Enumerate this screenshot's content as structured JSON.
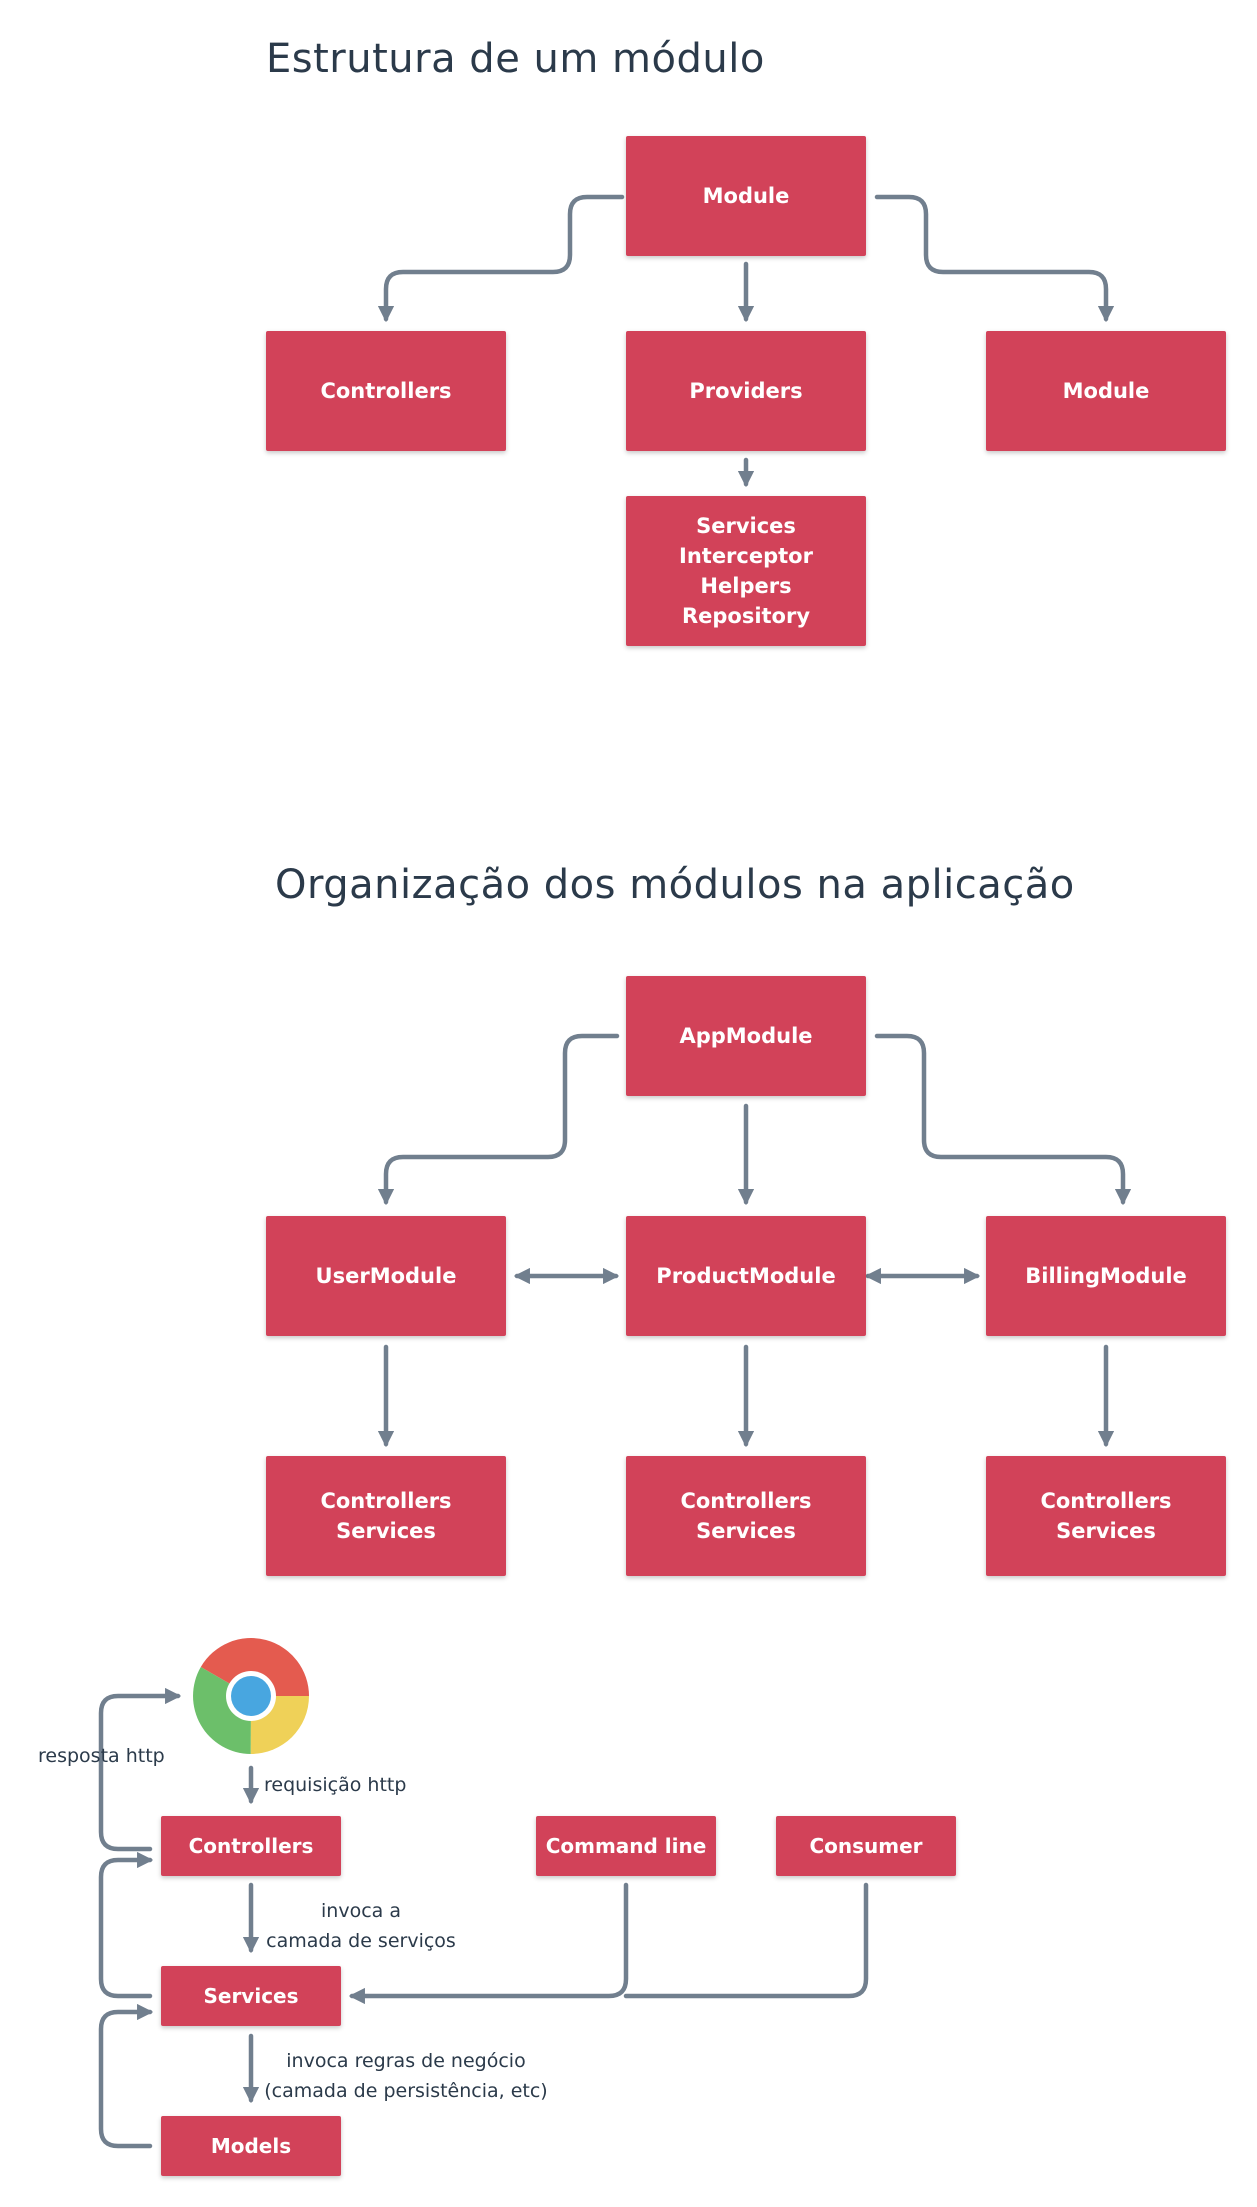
{
  "section1": {
    "title": "Estrutura de um módulo",
    "nodes": {
      "module_top": "Module",
      "controllers": "Controllers",
      "providers": "Providers",
      "module_right": "Module",
      "provider_items": [
        "Services",
        "Interceptor",
        "Helpers",
        "Repository"
      ]
    }
  },
  "section2": {
    "title": "Organização dos módulos na aplicação",
    "nodes": {
      "app_module": "AppModule",
      "user_module": "UserModule",
      "product_module": "ProductModule",
      "billing_module": "BillingModule",
      "children": [
        [
          "Controllers",
          "Services"
        ],
        [
          "Controllers",
          "Services"
        ],
        [
          "Controllers",
          "Services"
        ]
      ]
    }
  },
  "section3": {
    "nodes": {
      "controllers": "Controllers",
      "command_line": "Command line",
      "consumer": "Consumer",
      "services": "Services",
      "models": "Models"
    },
    "labels": {
      "response": "resposta http",
      "request": "requisição http",
      "invoke_services_1": "invoca a",
      "invoke_services_2": "camada de serviços",
      "invoke_rules_1": "invoca regras de negócio",
      "invoke_rules_2": "(camada de persistência, etc)"
    },
    "browser_icon": "chrome-icon"
  },
  "colors": {
    "node_fill": "#d24259",
    "node_text": "#ffffff",
    "connector": "#717f8e",
    "title_text": "#2b3a4a",
    "chrome_red": "#e45b4f",
    "chrome_green": "#6cbf6a",
    "chrome_yellow": "#efd158",
    "chrome_blue": "#48a6e0"
  }
}
